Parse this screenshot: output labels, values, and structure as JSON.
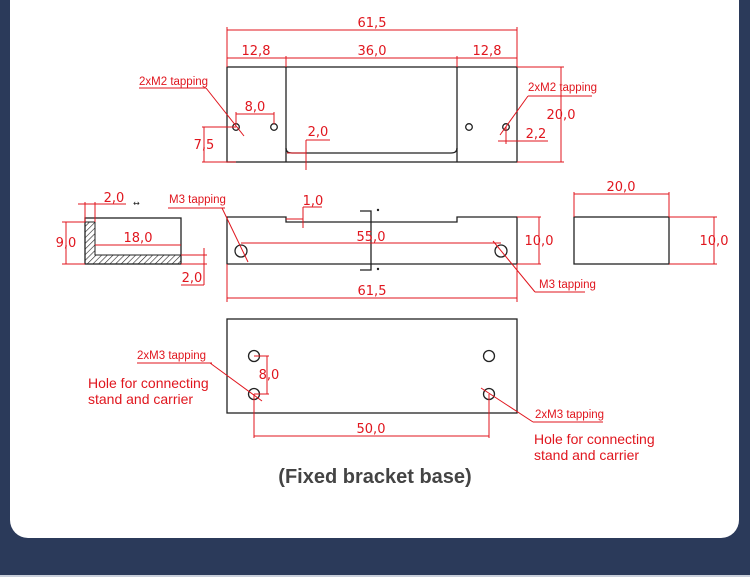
{
  "colors": {
    "background": "#2b3a5a",
    "card": "#ffffff",
    "dimension": "#e0161e",
    "outline": "#222222",
    "caption": "#444444"
  },
  "top_view": {
    "overall_width": "61,5",
    "left_section": "12,8",
    "middle_section": "36,0",
    "right_section": "12,8",
    "hole_spacing": "8,0",
    "hole_height": "7,5",
    "recess_depth": "2,0",
    "height": "20,0",
    "edge_offset": "2,2",
    "left_note": "2xM2 tapping",
    "right_note": "2xM2 tapping"
  },
  "profile_view": {
    "thickness_top": "2,0",
    "height": "9,0",
    "inner_length": "18,0",
    "thickness_bottom": "2,0"
  },
  "front_view": {
    "left_note": "M3 tapping",
    "step": "1,0",
    "hole_spacing": "55,0",
    "height": "10,0",
    "overall_width": "61,5",
    "right_note": "M3 tapping"
  },
  "end_view": {
    "width": "20,0",
    "height": "10,0"
  },
  "base_view": {
    "left_note": "2xM3 tapping",
    "left_description_line1": "Hole for connecting",
    "left_description_line2": "stand and carrier",
    "vertical_spacing": "8,0",
    "horizontal_spacing": "50,0",
    "right_note": "2xM3 tapping",
    "right_description_line1": "Hole for connecting",
    "right_description_line2": "stand and carrier"
  },
  "caption": "(Fixed bracket base)"
}
